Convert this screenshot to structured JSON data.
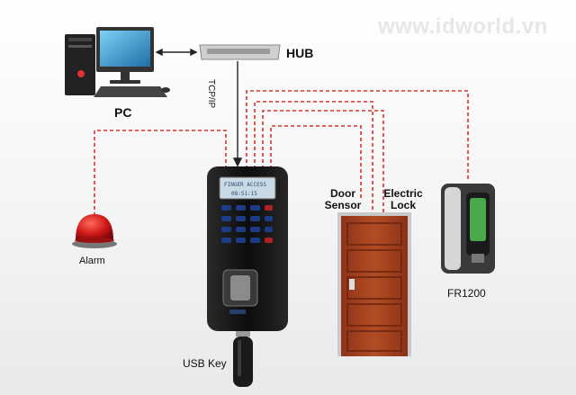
{
  "watermark": "www.idworld.vn",
  "labels": {
    "hub": "HUB",
    "pc": "PC",
    "tcp": "TCP/IP",
    "door_sensor": "Door\nSensor",
    "electric_lock": "Electric\nLock",
    "alarm": "Alarm",
    "fr1200": "FR1200",
    "usb_key": "USB Key"
  },
  "device_screen": {
    "line1": "FINGER ACCESS",
    "line2": "08:51:15"
  },
  "colors": {
    "wire": "#d9312b",
    "alarm": "#d01818",
    "door": "#a8431f",
    "device": "#1a1a1a"
  }
}
